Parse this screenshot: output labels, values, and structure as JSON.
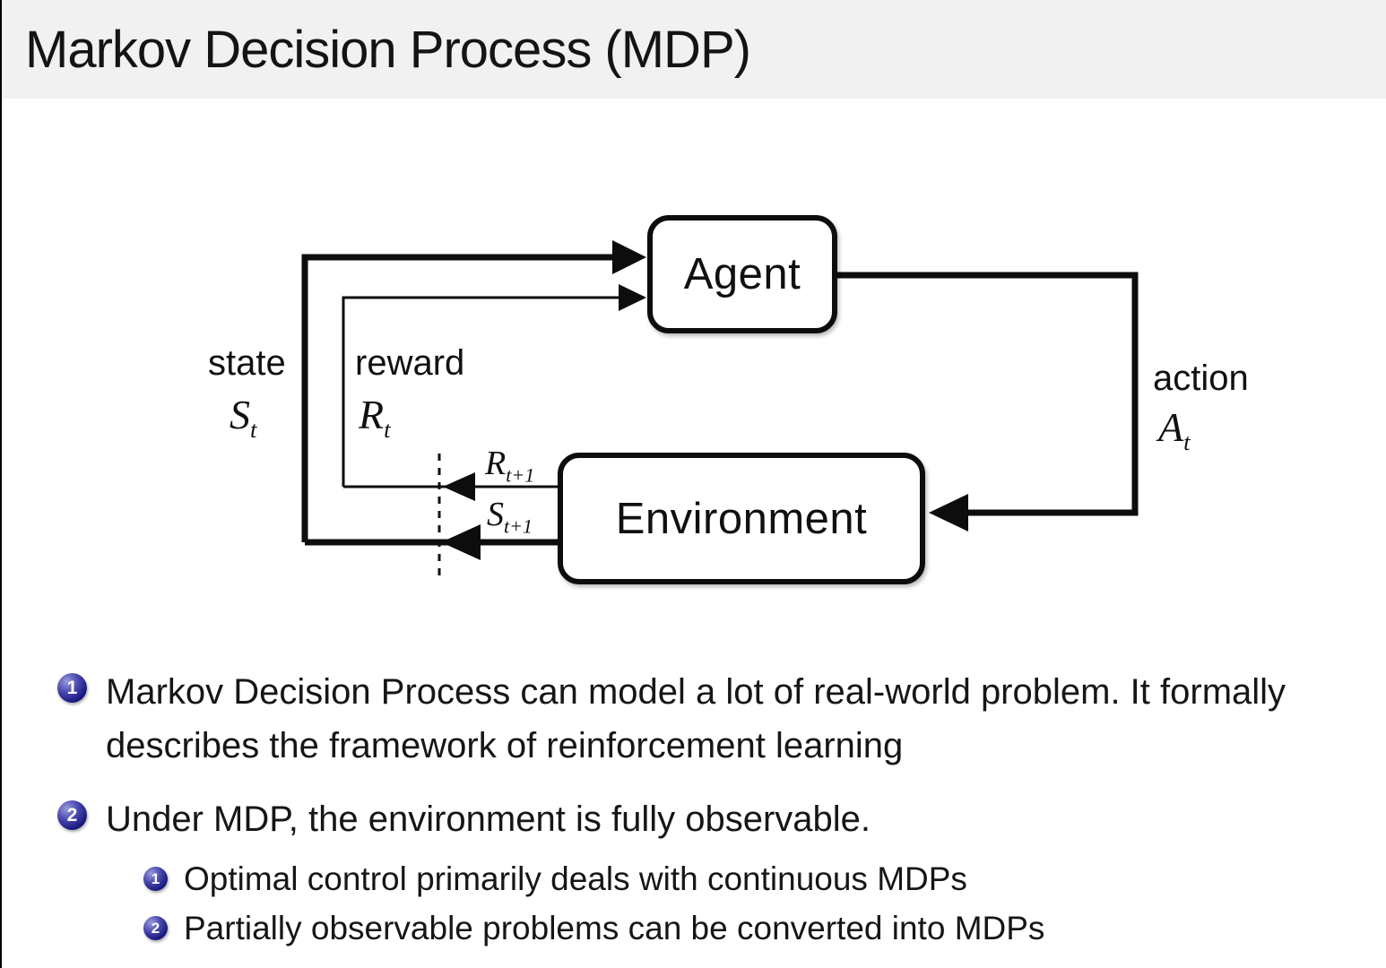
{
  "slide": {
    "title": "Markov Decision Process (MDP)"
  },
  "diagram": {
    "agent_label": "Agent",
    "environment_label": "Environment",
    "labels": {
      "state_word": "state",
      "state_symbol": {
        "base": "S",
        "sub": "t"
      },
      "reward_word": "reward",
      "reward_symbol": {
        "base": "R",
        "sub": "t"
      },
      "action_word": "action",
      "action_symbol": {
        "base": "A",
        "sub": "t"
      },
      "next_reward_symbol": {
        "base": "R",
        "sub": "t+1"
      },
      "next_state_symbol": {
        "base": "S",
        "sub": "t+1"
      }
    }
  },
  "bullets": [
    {
      "number": "1",
      "text": "Markov Decision Process can model a lot of real-world problem. It formally describes the framework of reinforcement learning"
    },
    {
      "number": "2",
      "text": "Under MDP, the environment is fully observable.",
      "sub": [
        {
          "number": "1",
          "text": "Optimal control primarily deals with continuous MDPs"
        },
        {
          "number": "2",
          "text": "Partially observable problems can be converted into MDPs"
        }
      ]
    }
  ],
  "colors": {
    "title_band": "#f1f1f1",
    "ink": "#0d0d0d",
    "ball_navy": "#191980"
  }
}
